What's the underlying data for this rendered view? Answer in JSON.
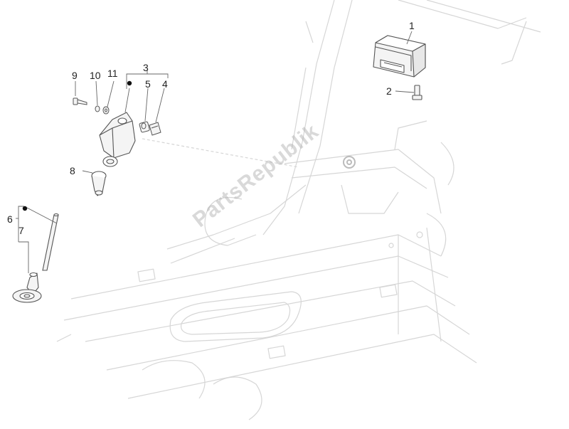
{
  "watermark": {
    "text": "PartsRepublik"
  },
  "callouts": {
    "c1": "1",
    "c2": "2",
    "c3": "3",
    "c4": "4",
    "c5": "5",
    "c6": "6",
    "c7": "7",
    "c8": "8",
    "c9": "9",
    "c10": "10",
    "c11": "11"
  },
  "colors": {
    "frame_line": "#d6d6d6",
    "part_line": "#555555",
    "part_fill": "#f4f4f4",
    "leader": "#666666",
    "dot": "#111111"
  }
}
